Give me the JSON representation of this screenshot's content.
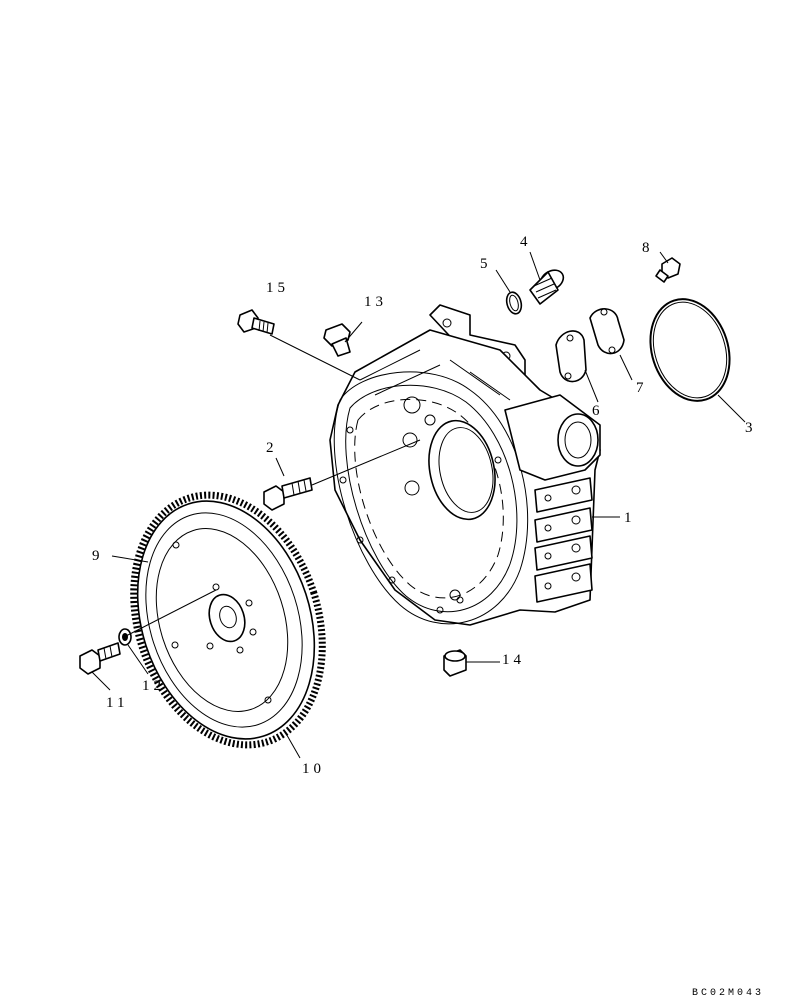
{
  "callouts": {
    "c1": "1",
    "c2": "2",
    "c3": "3",
    "c4": "4",
    "c5": "5",
    "c6": "6",
    "c7": "7",
    "c8": "8",
    "c9": "9",
    "c10": "10",
    "c11": "11",
    "c12": "12",
    "c13": "13",
    "c14": "14",
    "c15": "15"
  },
  "reference_code": "BC02M043"
}
